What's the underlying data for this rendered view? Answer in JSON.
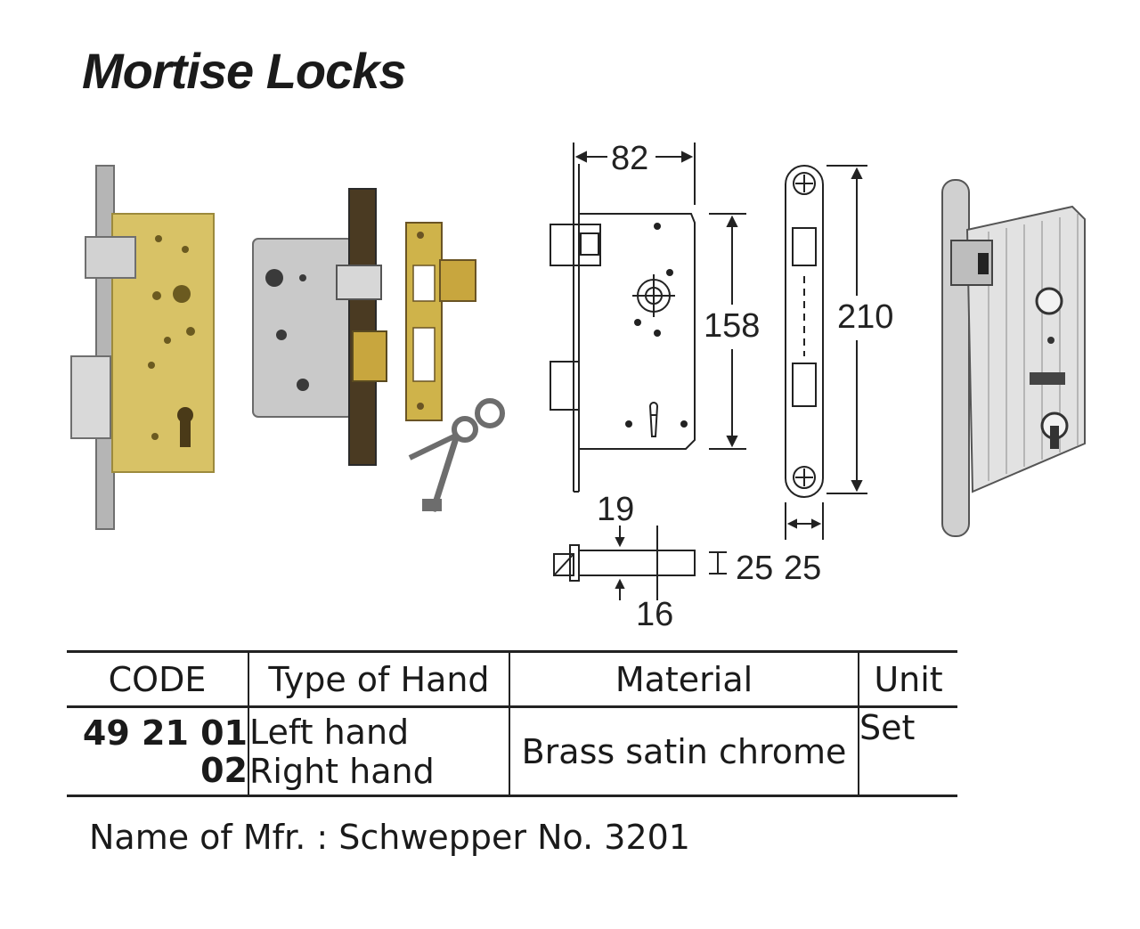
{
  "title": "Mortise Locks",
  "dimensions": {
    "width": "82",
    "height_case": "158",
    "height_faceplate": "210",
    "faceplate_width": "25",
    "bolt_projection": "19",
    "bolt_width": "25",
    "bolt_offset": "16"
  },
  "table": {
    "headers": [
      "CODE",
      "Type of Hand",
      "Material",
      "Unit"
    ],
    "codes": [
      "49 21 01",
      "02"
    ],
    "hands": [
      "Left hand",
      "Right hand"
    ],
    "material": "Brass satin chrome",
    "unit": "Set"
  },
  "manufacturer": {
    "text": "Name of Mfr. : Schwepper No. 3201"
  },
  "colors": {
    "brass": "#d8c266",
    "steel": "#c9c9c9",
    "dark_brass": "#4a3a22"
  }
}
